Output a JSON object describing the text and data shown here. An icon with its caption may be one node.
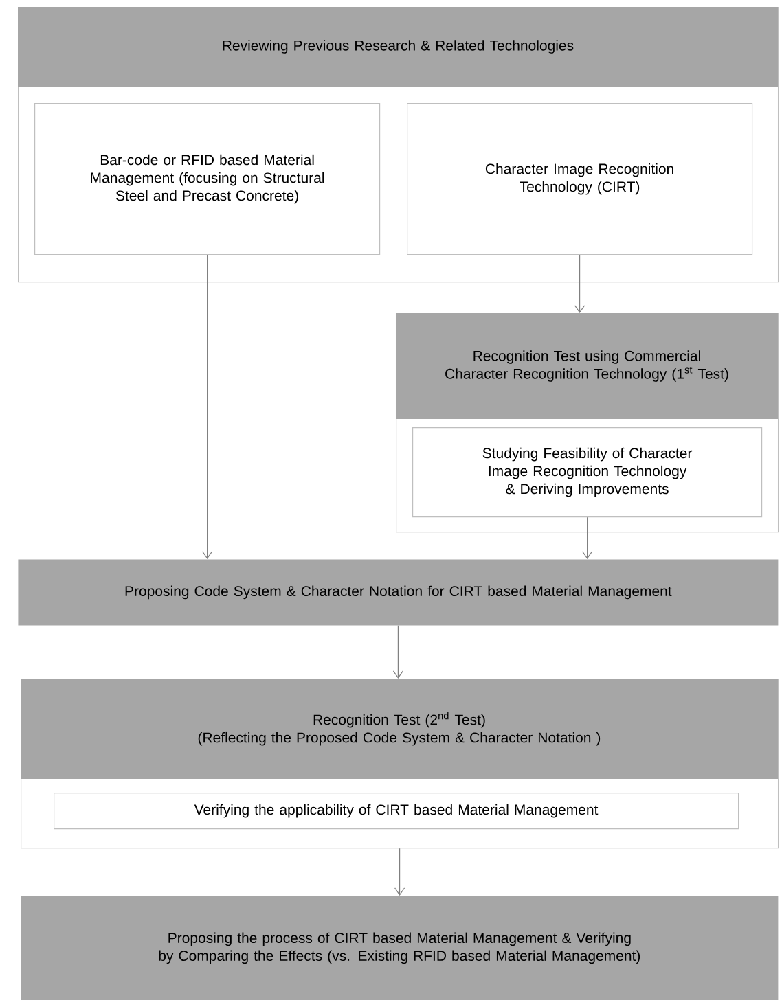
{
  "diagram": {
    "nodes": [
      {
        "text": [
          "Reviewing Previous Research & Related Technologies"
        ]
      },
      {
        "text": [
          "Bar-code or RFID based Material Management (focusing on Structural Steel and Precast Concrete)"
        ],
        "in": 0
      },
      {
        "text": [
          "Character Image Recognition Technology (CIRT)"
        ],
        "in": 0
      },
      {
        "text": [
          "Recognition Test  using Commercial Character Recognition Technology (1$^{st}$ Test)"
        ]
      },
      {
        "text": [
          "Studying Feasibility of Character Image Recognition Technology & Deriving Improvements"
        ],
        "in": 3
      },
      {
        "text": [
          "Proposing Code System & Character Notation for CIRT based Material Management"
        ]
      },
      {
        "text": [
          "Recognition Test (2$^{nd}$ Test)",
          "(Reflecting the Proposed Code System & Character Notation )"
        ]
      },
      {
        "text": [
          "Verifying the applicability of CIRT based Material Management"
        ],
        "in": 6
      },
      {
        "text": [
          "Proposing the process of CIRT based Material Management & Verifying by Comparing the Effects (vs. Existing RFID based Material Management)"
        ]
      }
    ],
    "edges": [
      {
        "from": 1,
        "to": 5,
        "arrow": "to"
      },
      {
        "from": 2,
        "to": 3,
        "arrow": "to"
      },
      {
        "from": 4,
        "to": 5,
        "arrow": "to"
      },
      {
        "from": 5,
        "to": 6,
        "arrow": "to"
      },
      {
        "from": 6,
        "to": 8,
        "arrow": "to"
      }
    ]
  }
}
